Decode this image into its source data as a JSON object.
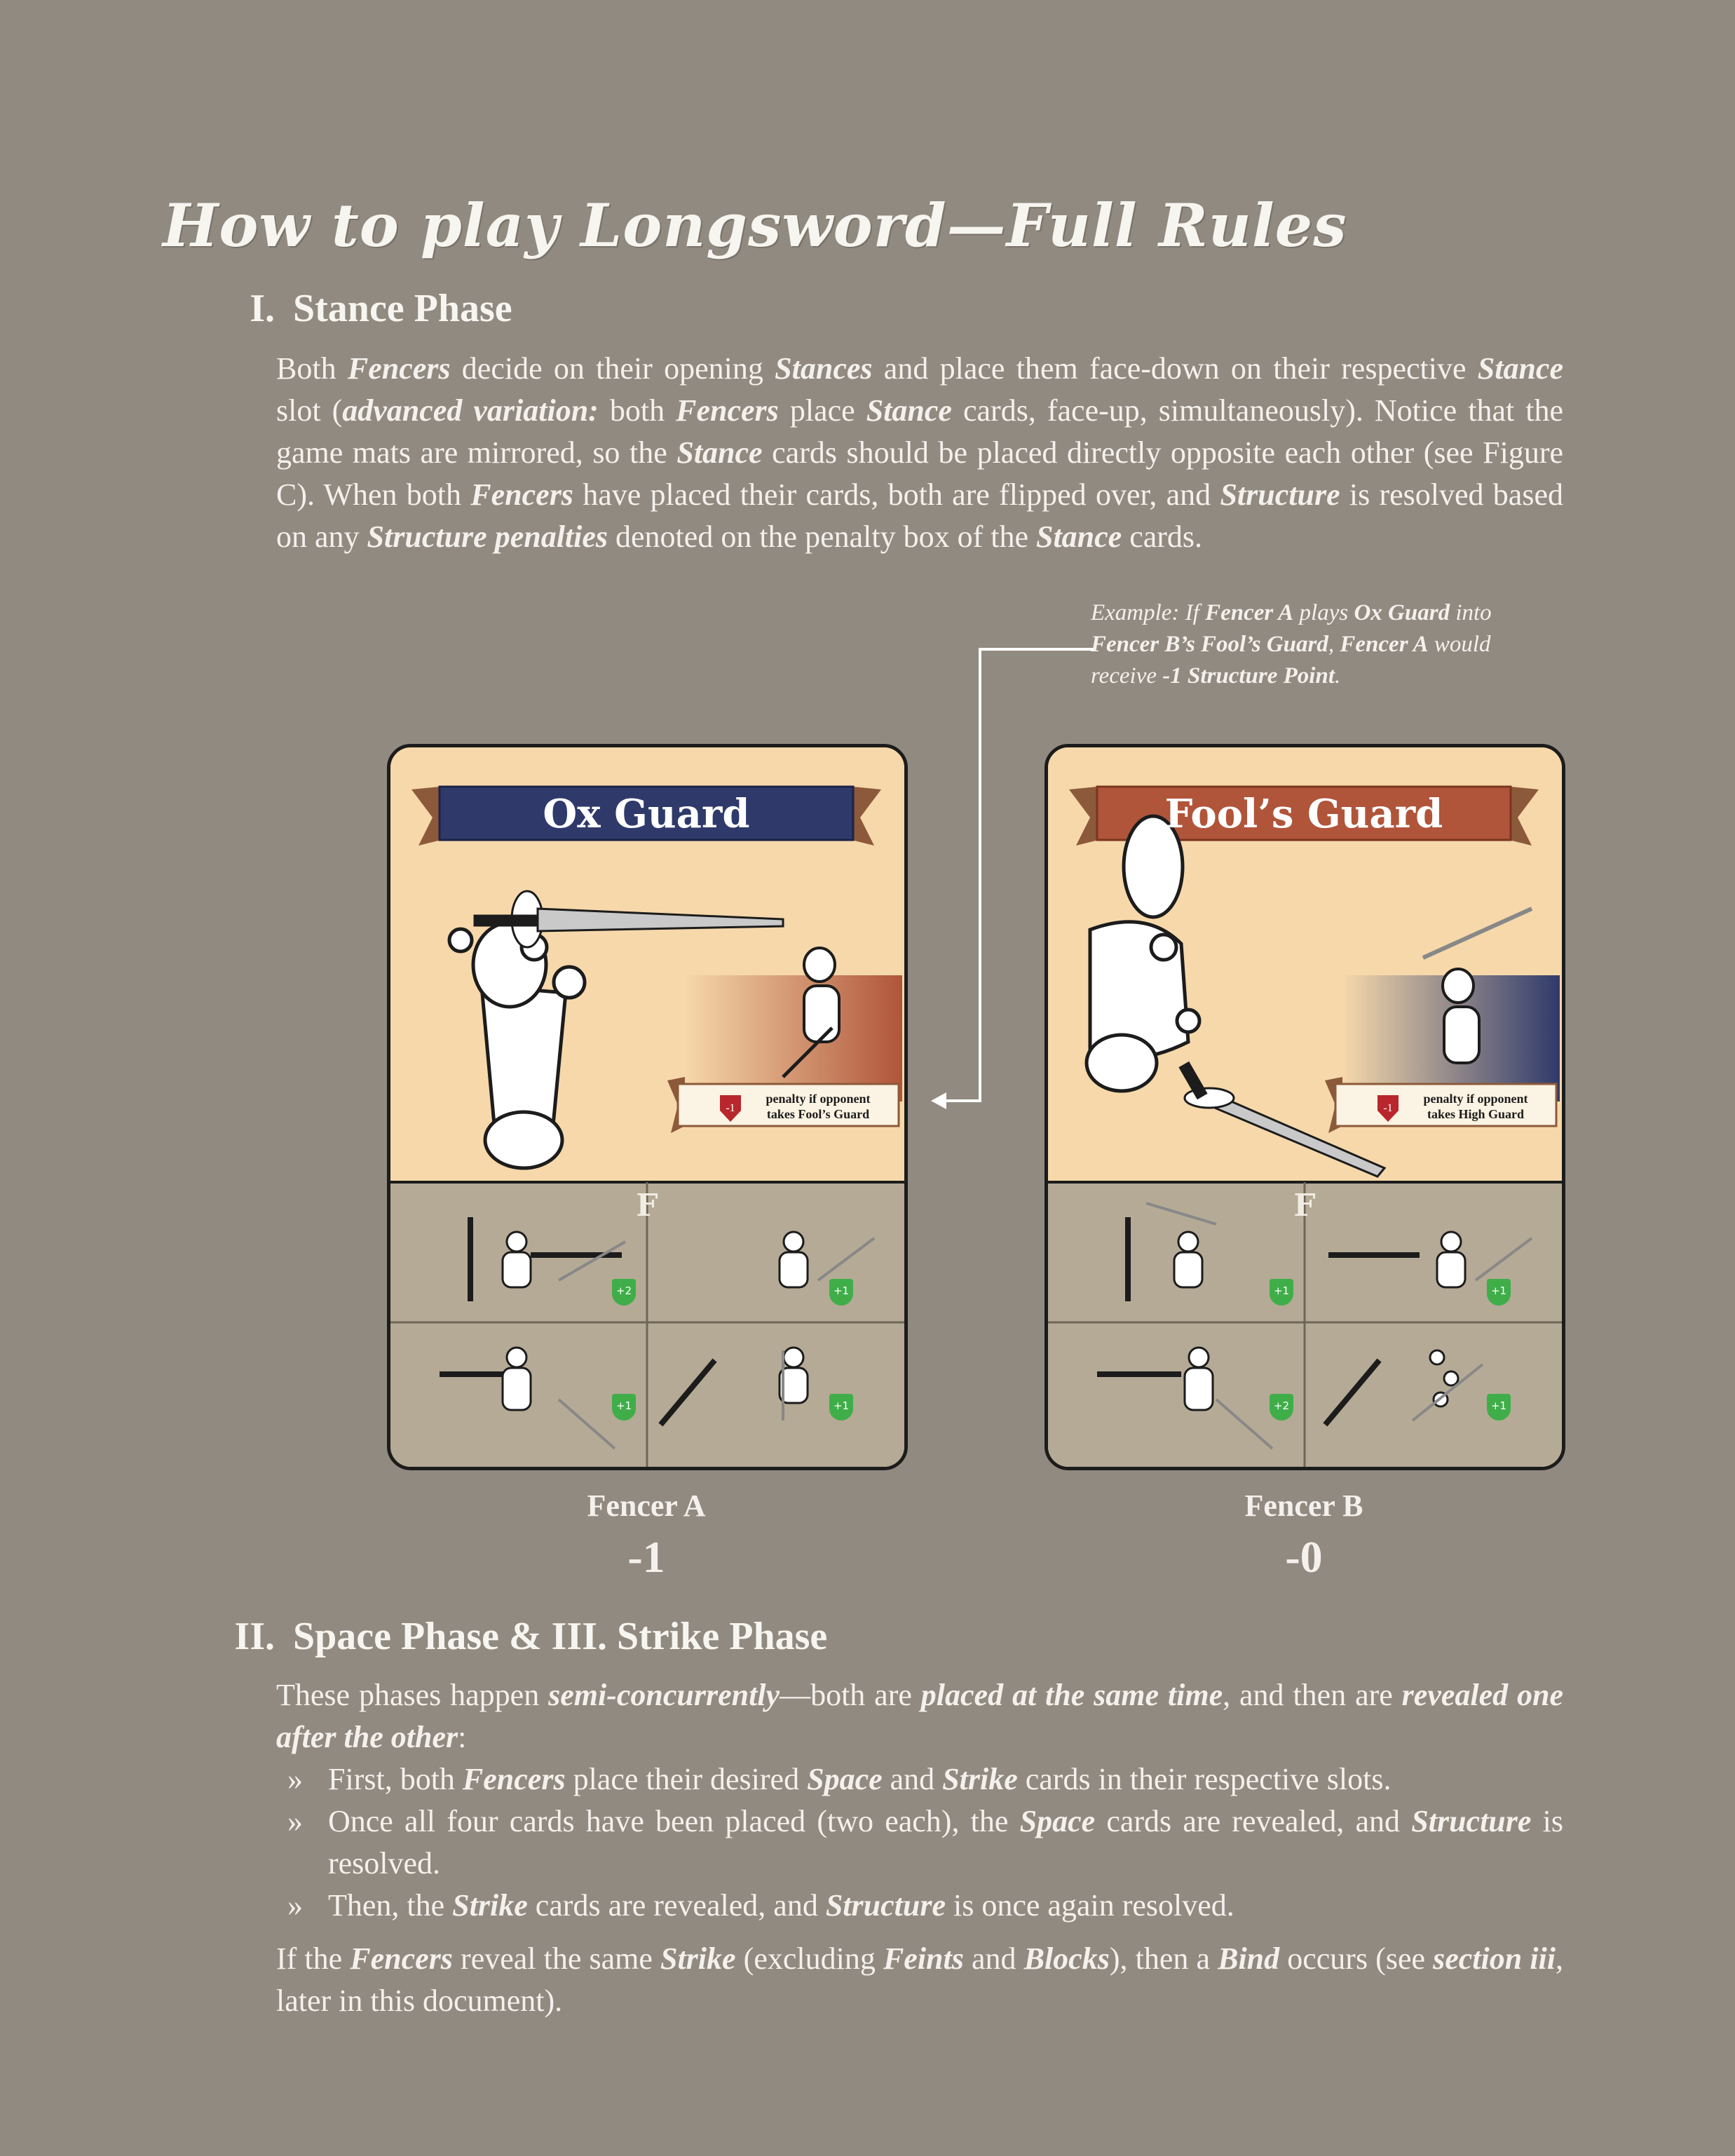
{
  "title": "How to play Longsword—Full Rules",
  "section1": {
    "number": "I.",
    "heading": "Stance Phase",
    "paragraph": [
      {
        "t": "Both "
      },
      {
        "b": "Fencers"
      },
      {
        "t": " decide on their opening "
      },
      {
        "b": "Stances"
      },
      {
        "t": " and place them face-down on their respective "
      },
      {
        "b": "Stance"
      },
      {
        "t": " slot ("
      },
      {
        "b": "advanced variation:"
      },
      {
        "t": " both "
      },
      {
        "b": "Fencers"
      },
      {
        "t": " place "
      },
      {
        "b": "Stance"
      },
      {
        "t": " cards, face-up, simultaneously). Notice that the game mats are mirrored, so the "
      },
      {
        "b": "Stance"
      },
      {
        "t": " cards should be placed directly opposite each other (see Figure C). When both "
      },
      {
        "b": "Fencers"
      },
      {
        "t": " have placed their cards, both are flipped over, and "
      },
      {
        "b": "Structure"
      },
      {
        "t": " is resolved based on any "
      },
      {
        "b": "Structure penalties"
      },
      {
        "t": " denoted on the penalty box of the "
      },
      {
        "b": "Stance"
      },
      {
        "t": " cards."
      }
    ],
    "example": [
      {
        "t": "Example: If "
      },
      {
        "b": "Fencer A"
      },
      {
        "t": " plays "
      },
      {
        "b": "Ox Guard"
      },
      {
        "t": " into "
      },
      {
        "b": "Fencer B’s Fool’s Guard"
      },
      {
        "t": ", "
      },
      {
        "b": "Fencer A"
      },
      {
        "t": " would receive "
      },
      {
        "b": "-1 Structure Point"
      },
      {
        "t": "."
      }
    ]
  },
  "cards": [
    {
      "name": "Ox Guard",
      "banner_color": "#2f3a6b",
      "penalty_value": "-1",
      "penalty_line1": "penalty if opponent",
      "penalty_line2": "takes Fool’s Guard",
      "bonuses": [
        "+2",
        "+1",
        "+1",
        "+1"
      ],
      "fencer": "Fencer A",
      "score": "-1"
    },
    {
      "name": "Fool’s Guard",
      "banner_color": "#b0553a",
      "penalty_value": "-1",
      "penalty_line1": "penalty if opponent",
      "penalty_line2": "takes High Guard",
      "bonuses": [
        "+1",
        "+1",
        "+2",
        "+1"
      ],
      "fencer": "Fencer B",
      "score": "-0"
    }
  ],
  "card_emblem": "F",
  "section2": {
    "number": "II.",
    "heading": "Space Phase & III. Strike Phase",
    "intro": [
      {
        "t": "These phases happen "
      },
      {
        "b": "semi-concurrently"
      },
      {
        "t": "—both are "
      },
      {
        "b": "placed at the same time"
      },
      {
        "t": ", and then are "
      },
      {
        "b": "revealed one after the other"
      },
      {
        "t": ":"
      }
    ],
    "bullet_mark": "»",
    "bullets": [
      [
        {
          "t": "First, both "
        },
        {
          "b": "Fencers"
        },
        {
          "t": " place their desired "
        },
        {
          "b": "Space"
        },
        {
          "t": " and "
        },
        {
          "b": "Strike"
        },
        {
          "t": " cards in their respective slots."
        }
      ],
      [
        {
          "t": "Once all four cards have been placed (two each), the "
        },
        {
          "b": "Space"
        },
        {
          "t": " cards are revealed, and "
        },
        {
          "b": "Structure"
        },
        {
          "t": " is resolved."
        }
      ],
      [
        {
          "t": "Then, the "
        },
        {
          "b": "Strike"
        },
        {
          "t": " cards are revealed, and "
        },
        {
          "b": "Structure"
        },
        {
          "t": " is once again resolved."
        }
      ]
    ],
    "closing": [
      {
        "t": "If the "
      },
      {
        "b": "Fencers"
      },
      {
        "t": " reveal the same "
      },
      {
        "b": "Strike"
      },
      {
        "t": " (excluding "
      },
      {
        "b": "Feints"
      },
      {
        "t": " and "
      },
      {
        "b": "Blocks"
      },
      {
        "t": "), then a "
      },
      {
        "b": "Bind"
      },
      {
        "t": " occurs (see "
      },
      {
        "b": "section iii"
      },
      {
        "t": ", later in this document)."
      }
    ]
  },
  "colors": {
    "background": "#918a80",
    "card_top": "#f6d8aa",
    "card_bottom": "#b5aa95",
    "bonus_shield": "#3fae49",
    "penalty_shield": "#b8272d"
  }
}
